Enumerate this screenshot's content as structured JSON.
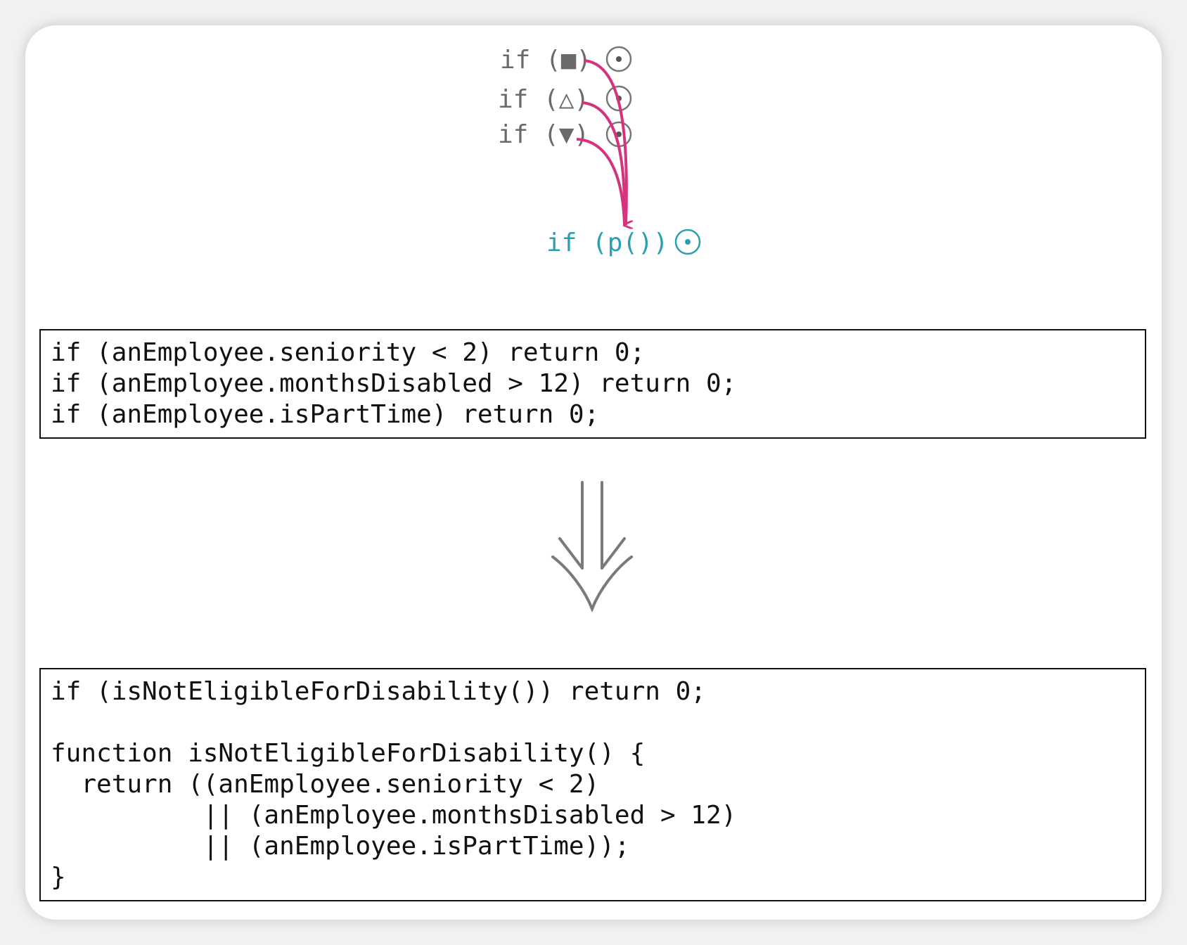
{
  "diagram": {
    "sources": [
      {
        "keyword": "if",
        "symbol_name": "filled-square",
        "symbol": "■"
      },
      {
        "keyword": "if",
        "symbol_name": "outline-triangle-up",
        "symbol": "△"
      },
      {
        "keyword": "if",
        "symbol_name": "filled-triangle-down",
        "symbol": "▼"
      }
    ],
    "target": "if (p())",
    "colors": {
      "source_text": "#6a6a6a",
      "target_text": "#2a9fb2",
      "connector": "#d6337f",
      "down_arrow": "#7a7a7a"
    }
  },
  "before_code": {
    "lines": [
      "if (anEmployee.seniority < 2) return 0;",
      "if (anEmployee.monthsDisabled > 12) return 0;",
      "if (anEmployee.isPartTime) return 0;"
    ]
  },
  "after_code": {
    "lines": [
      "if (isNotEligibleForDisability()) return 0;",
      "",
      "function isNotEligibleForDisability() {",
      "  return ((anEmployee.seniority < 2)",
      "          || (anEmployee.monthsDisabled > 12)",
      "          || (anEmployee.isPartTime));",
      "}"
    ]
  }
}
